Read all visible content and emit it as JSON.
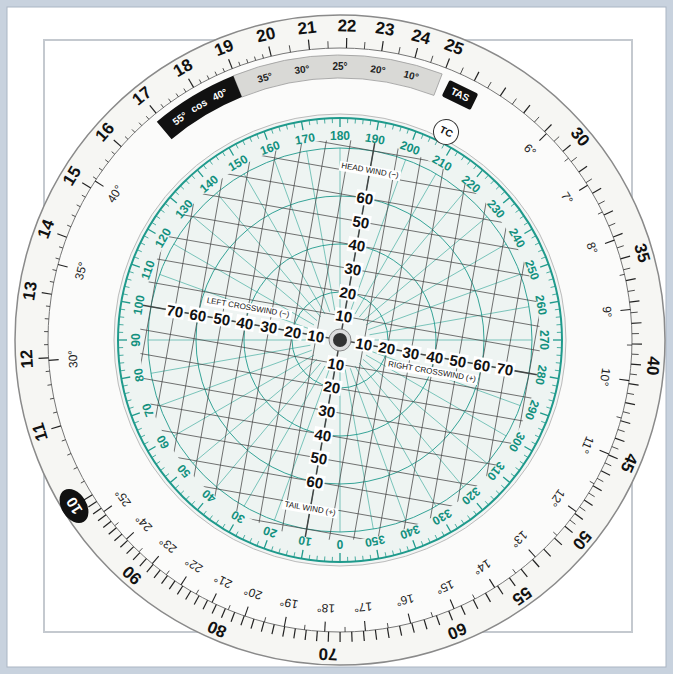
{
  "diagram": {
    "nodes": [
      {
        "text": [
          "10"
        ]
      },
      {
        "text": [
          "TAS"
        ]
      },
      {
        "text": [
          "TC"
        ]
      }
    ],
    "labels": [
      "11",
      "12",
      "13",
      "14",
      "15",
      "16",
      "17",
      "18",
      "19",
      "20",
      "21",
      "22",
      "23",
      "24",
      "25",
      "30",
      "35",
      "40",
      "45",
      "50",
      "55",
      "60",
      "70",
      "80",
      "90",
      "55°",
      "cos",
      "40°",
      "35°",
      "30°",
      "25°",
      "20°",
      "10°",
      "30°",
      "35°",
      "40°",
      "6°",
      "7°",
      "8°",
      "9°",
      "10°",
      "11°",
      "12°",
      "13°",
      "14°",
      "15°",
      "16°",
      "17°",
      "18°",
      "19°",
      "20°",
      "21°",
      "22°",
      "23°",
      "24°",
      "25°",
      "180",
      "190",
      "200",
      "210",
      "220",
      "230",
      "240",
      "250",
      "260",
      "270",
      "280",
      "290",
      "300",
      "310",
      "320",
      "330",
      "340",
      "350",
      "0",
      "10",
      "20",
      "30",
      "40",
      "50",
      "60",
      "70",
      "80",
      "90",
      "100",
      "110",
      "120",
      "130",
      "140",
      "150",
      "160",
      "170",
      "HEAD WIND (−)",
      "10",
      "20",
      "30",
      "40",
      "50",
      "60",
      "TAIL WIND (+)",
      "10",
      "20",
      "30",
      "40",
      "50",
      "60",
      "LEFT CROSSWIND (−)",
      "10",
      "20",
      "30",
      "40",
      "50",
      "60",
      "70",
      "RIGHT CROSSWIND (+)",
      "10",
      "20",
      "30",
      "40",
      "50",
      "60",
      "70"
    ]
  }
}
